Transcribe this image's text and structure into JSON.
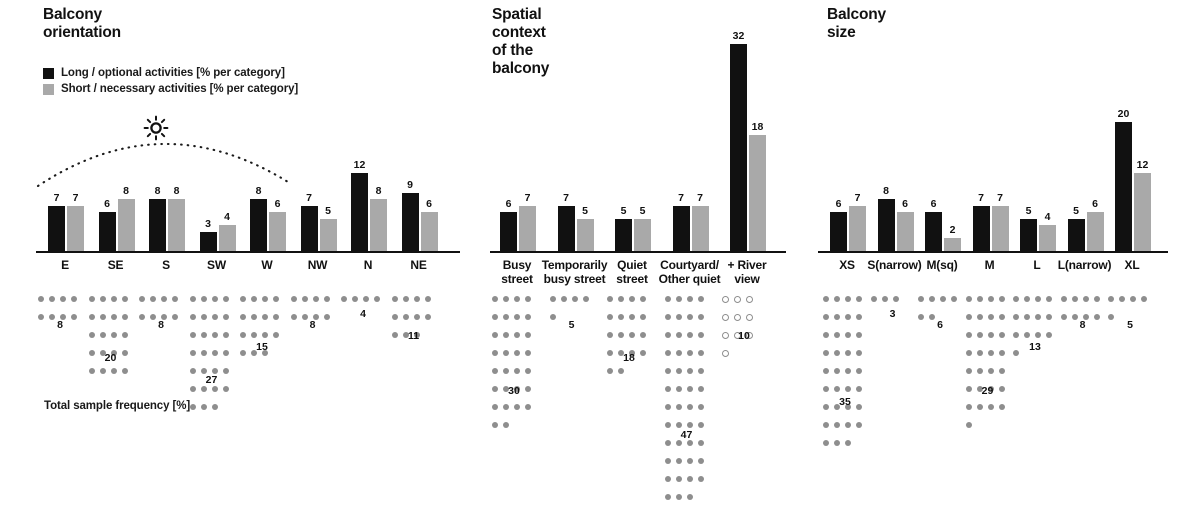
{
  "footnote": "Total sample frequency [%]",
  "legend": {
    "items": [
      {
        "label": "Long / optional activities [% per category]",
        "color": "#111111",
        "key": "long"
      },
      {
        "label": "Short / necessary activities [% per category]",
        "color": "#a9a9a9",
        "key": "short"
      }
    ]
  },
  "icons": {
    "sun": "sun-icon",
    "sun_path": "dotted-sun-path-arc"
  },
  "panels": [
    {
      "id": "balcony-orientation",
      "title": "Balcony orientation",
      "has_sun_path": true,
      "chart_data": {
        "type": "bar",
        "title": "Balcony orientation",
        "categories": [
          "E",
          "SE",
          "S",
          "SW",
          "W",
          "NW",
          "N",
          "NE"
        ],
        "series": [
          {
            "name": "Long / optional activities [% per category]",
            "color": "#111111",
            "values": [
              7,
              6,
              8,
              3,
              8,
              7,
              12,
              9
            ]
          },
          {
            "name": "Short / necessary activities [% per category]",
            "color": "#a9a9a9",
            "values": [
              7,
              8,
              8,
              4,
              6,
              5,
              8,
              6
            ]
          }
        ],
        "dot_counts": [
          8,
          20,
          8,
          27,
          15,
          8,
          4,
          11
        ],
        "dot_style": [
          "filled",
          "filled",
          "filled",
          "filled",
          "filled",
          "filled",
          "filled",
          "filled"
        ],
        "dot_label": "Total sample frequency [%]",
        "ylabel": "",
        "xlabel": "",
        "ylim": [
          0,
          32
        ],
        "grid": false,
        "legend_position": "top-left"
      }
    },
    {
      "id": "spatial-context",
      "title": "Spatial context\nof the balcony",
      "has_sun_path": false,
      "chart_data": {
        "type": "bar",
        "title": "Spatial context of the balcony",
        "categories": [
          "Busy\nstreet",
          "Temporarily\nbusy street",
          "Quiet\nstreet",
          "Courtyard/\nOther quiet",
          "+ River\nview"
        ],
        "series": [
          {
            "name": "Long / optional activities [% per category]",
            "color": "#111111",
            "values": [
              6,
              7,
              5,
              7,
              32
            ]
          },
          {
            "name": "Short / necessary activities [% per category]",
            "color": "#a9a9a9",
            "values": [
              7,
              5,
              5,
              7,
              18
            ]
          }
        ],
        "dot_counts": [
          30,
          5,
          18,
          47,
          10
        ],
        "dot_style": [
          "filled",
          "filled",
          "filled",
          "filled",
          "hollow"
        ],
        "ylabel": "",
        "xlabel": "",
        "ylim": [
          0,
          32
        ],
        "grid": false,
        "legend_position": "none"
      }
    },
    {
      "id": "balcony-size",
      "title": "Balcony size",
      "has_sun_path": false,
      "chart_data": {
        "type": "bar",
        "title": "Balcony size",
        "categories": [
          "XS",
          "S(narrow)",
          "M(sq)",
          "M",
          "L",
          "L(narrow)",
          "XL"
        ],
        "series": [
          {
            "name": "Long / optional activities [% per category]",
            "color": "#111111",
            "values": [
              6,
              8,
              6,
              7,
              5,
              5,
              20
            ]
          },
          {
            "name": "Short / necessary activities [% per category]",
            "color": "#a9a9a9",
            "values": [
              7,
              6,
              2,
              7,
              4,
              6,
              12
            ]
          }
        ],
        "dot_counts": [
          35,
          3,
          6,
          29,
          13,
          8,
          5
        ],
        "dot_style": [
          "filled",
          "filled",
          "filled",
          "filled",
          "filled",
          "filled",
          "filled"
        ],
        "ylabel": "",
        "xlabel": "",
        "ylim": [
          0,
          32
        ],
        "grid": false,
        "legend_position": "none"
      }
    }
  ]
}
